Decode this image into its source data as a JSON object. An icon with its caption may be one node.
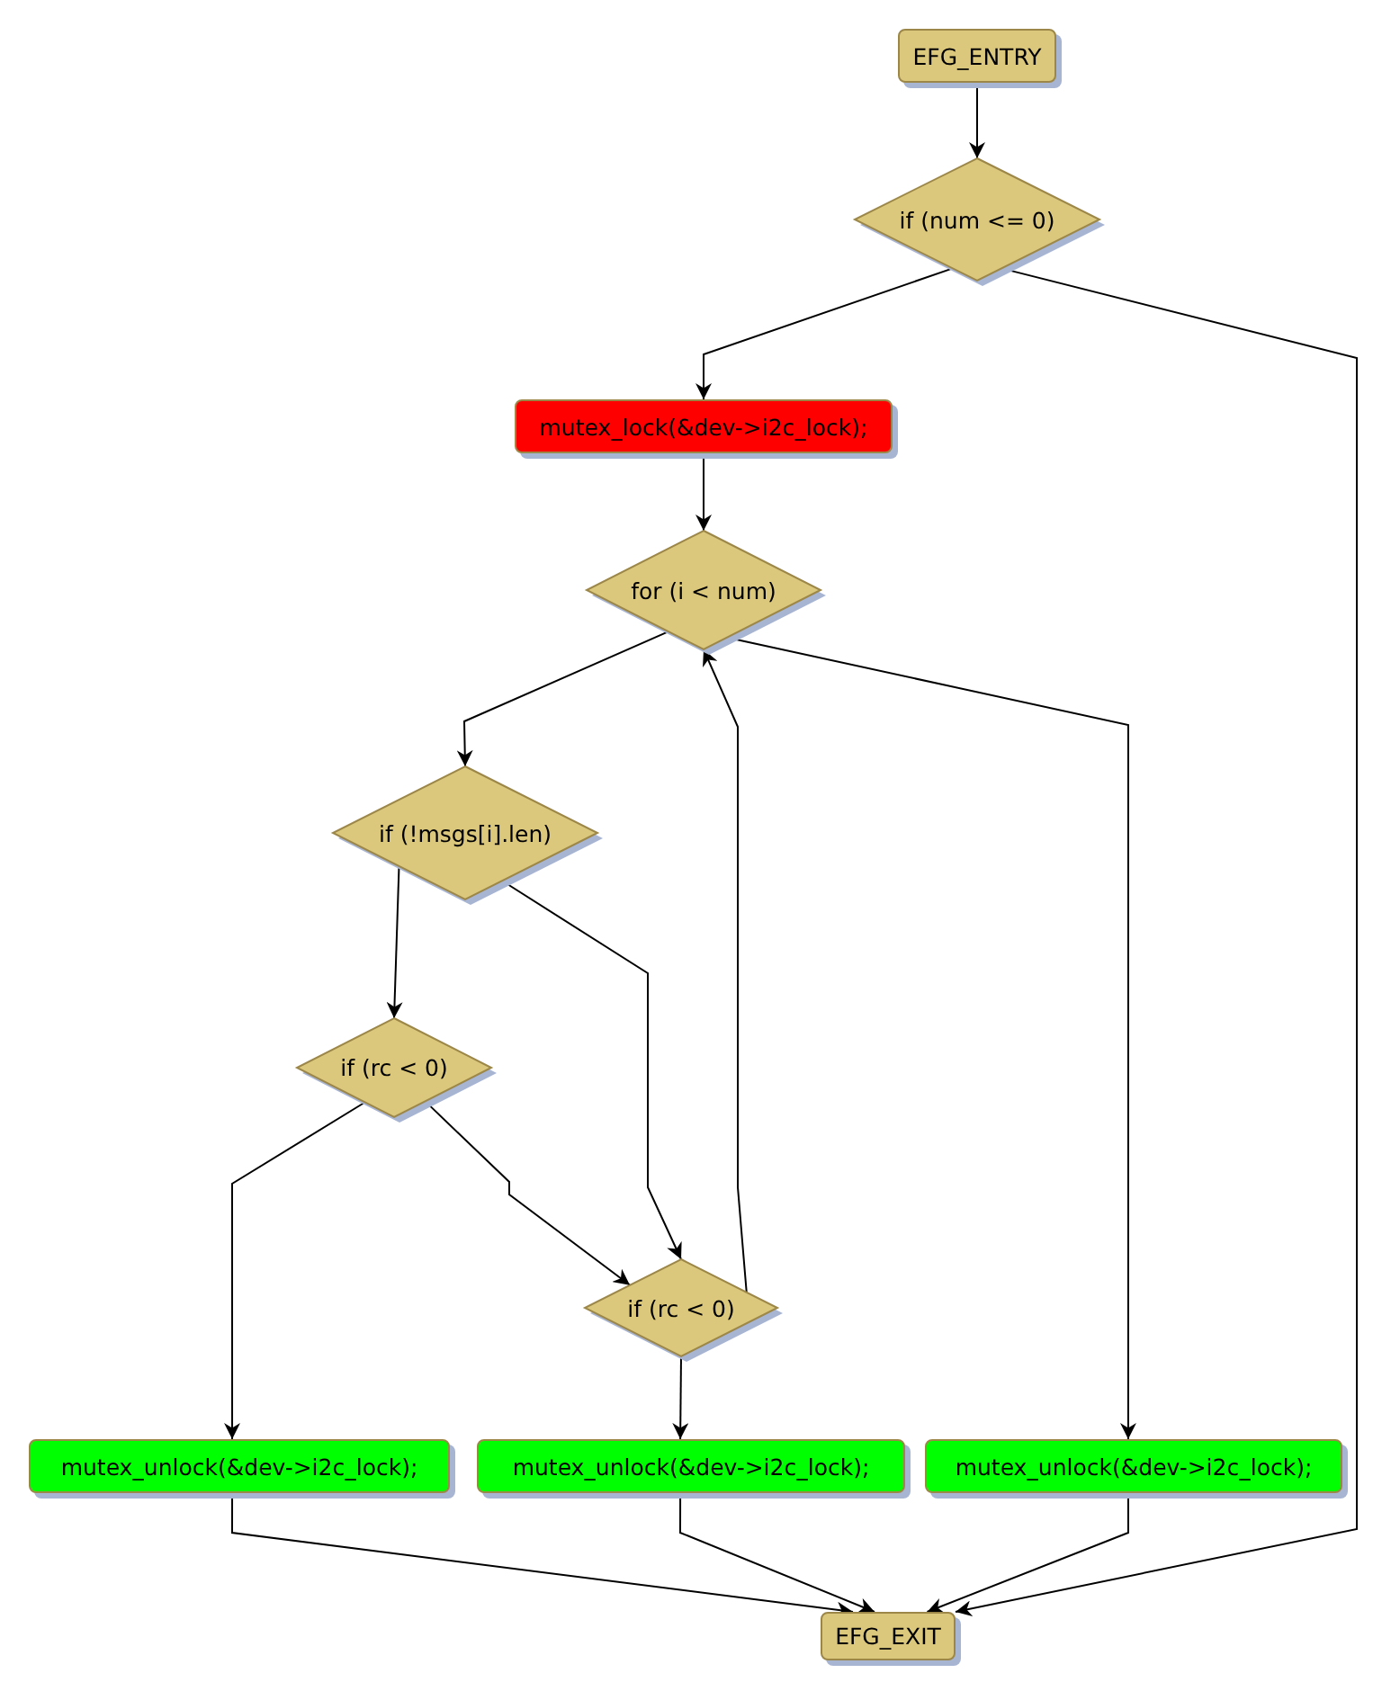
{
  "diagram": {
    "nodes": [
      {
        "text": [
          "EFG_ENTRY"
        ]
      },
      {
        "text": [
          "if (num <= 0)"
        ]
      },
      {
        "text": [
          "mutex_lock(&dev->i2c_lock);"
        ]
      },
      {
        "text": [
          "for (i < num)"
        ]
      },
      {
        "text": [
          "if (!msgs[i].len)"
        ]
      },
      {
        "text": [
          "if (rc < 0)"
        ]
      },
      {
        "text": [
          "if (rc < 0)"
        ]
      },
      {
        "text": [
          "mutex_unlock(&dev->i2c_lock);"
        ]
      },
      {
        "text": [
          "mutex_unlock(&dev->i2c_lock);"
        ]
      },
      {
        "text": [
          "mutex_unlock(&dev->i2c_lock);"
        ]
      },
      {
        "text": [
          "EFG_EXIT"
        ]
      }
    ],
    "edges": [
      {
        "from": 0,
        "to": 1,
        "arrow": "to"
      },
      {
        "from": 1,
        "to": 2,
        "arrow": "to"
      },
      {
        "from": 1,
        "to": 10,
        "arrow": "to"
      },
      {
        "from": 2,
        "to": 3,
        "arrow": "to"
      },
      {
        "from": 3,
        "to": 4,
        "arrow": "to"
      },
      {
        "from": 3,
        "to": 9,
        "arrow": "to"
      },
      {
        "from": 4,
        "to": 5,
        "arrow": "to"
      },
      {
        "from": 4,
        "to": 6,
        "arrow": "to"
      },
      {
        "from": 5,
        "to": 7,
        "arrow": "to"
      },
      {
        "from": 5,
        "to": 6,
        "arrow": "to"
      },
      {
        "from": 6,
        "to": 3,
        "arrow": "to"
      },
      {
        "from": 6,
        "to": 8,
        "arrow": "to"
      },
      {
        "from": 7,
        "to": 10,
        "arrow": "to"
      },
      {
        "from": 8,
        "to": 10,
        "arrow": "to"
      },
      {
        "from": 9,
        "to": 10,
        "arrow": "to"
      }
    ]
  }
}
